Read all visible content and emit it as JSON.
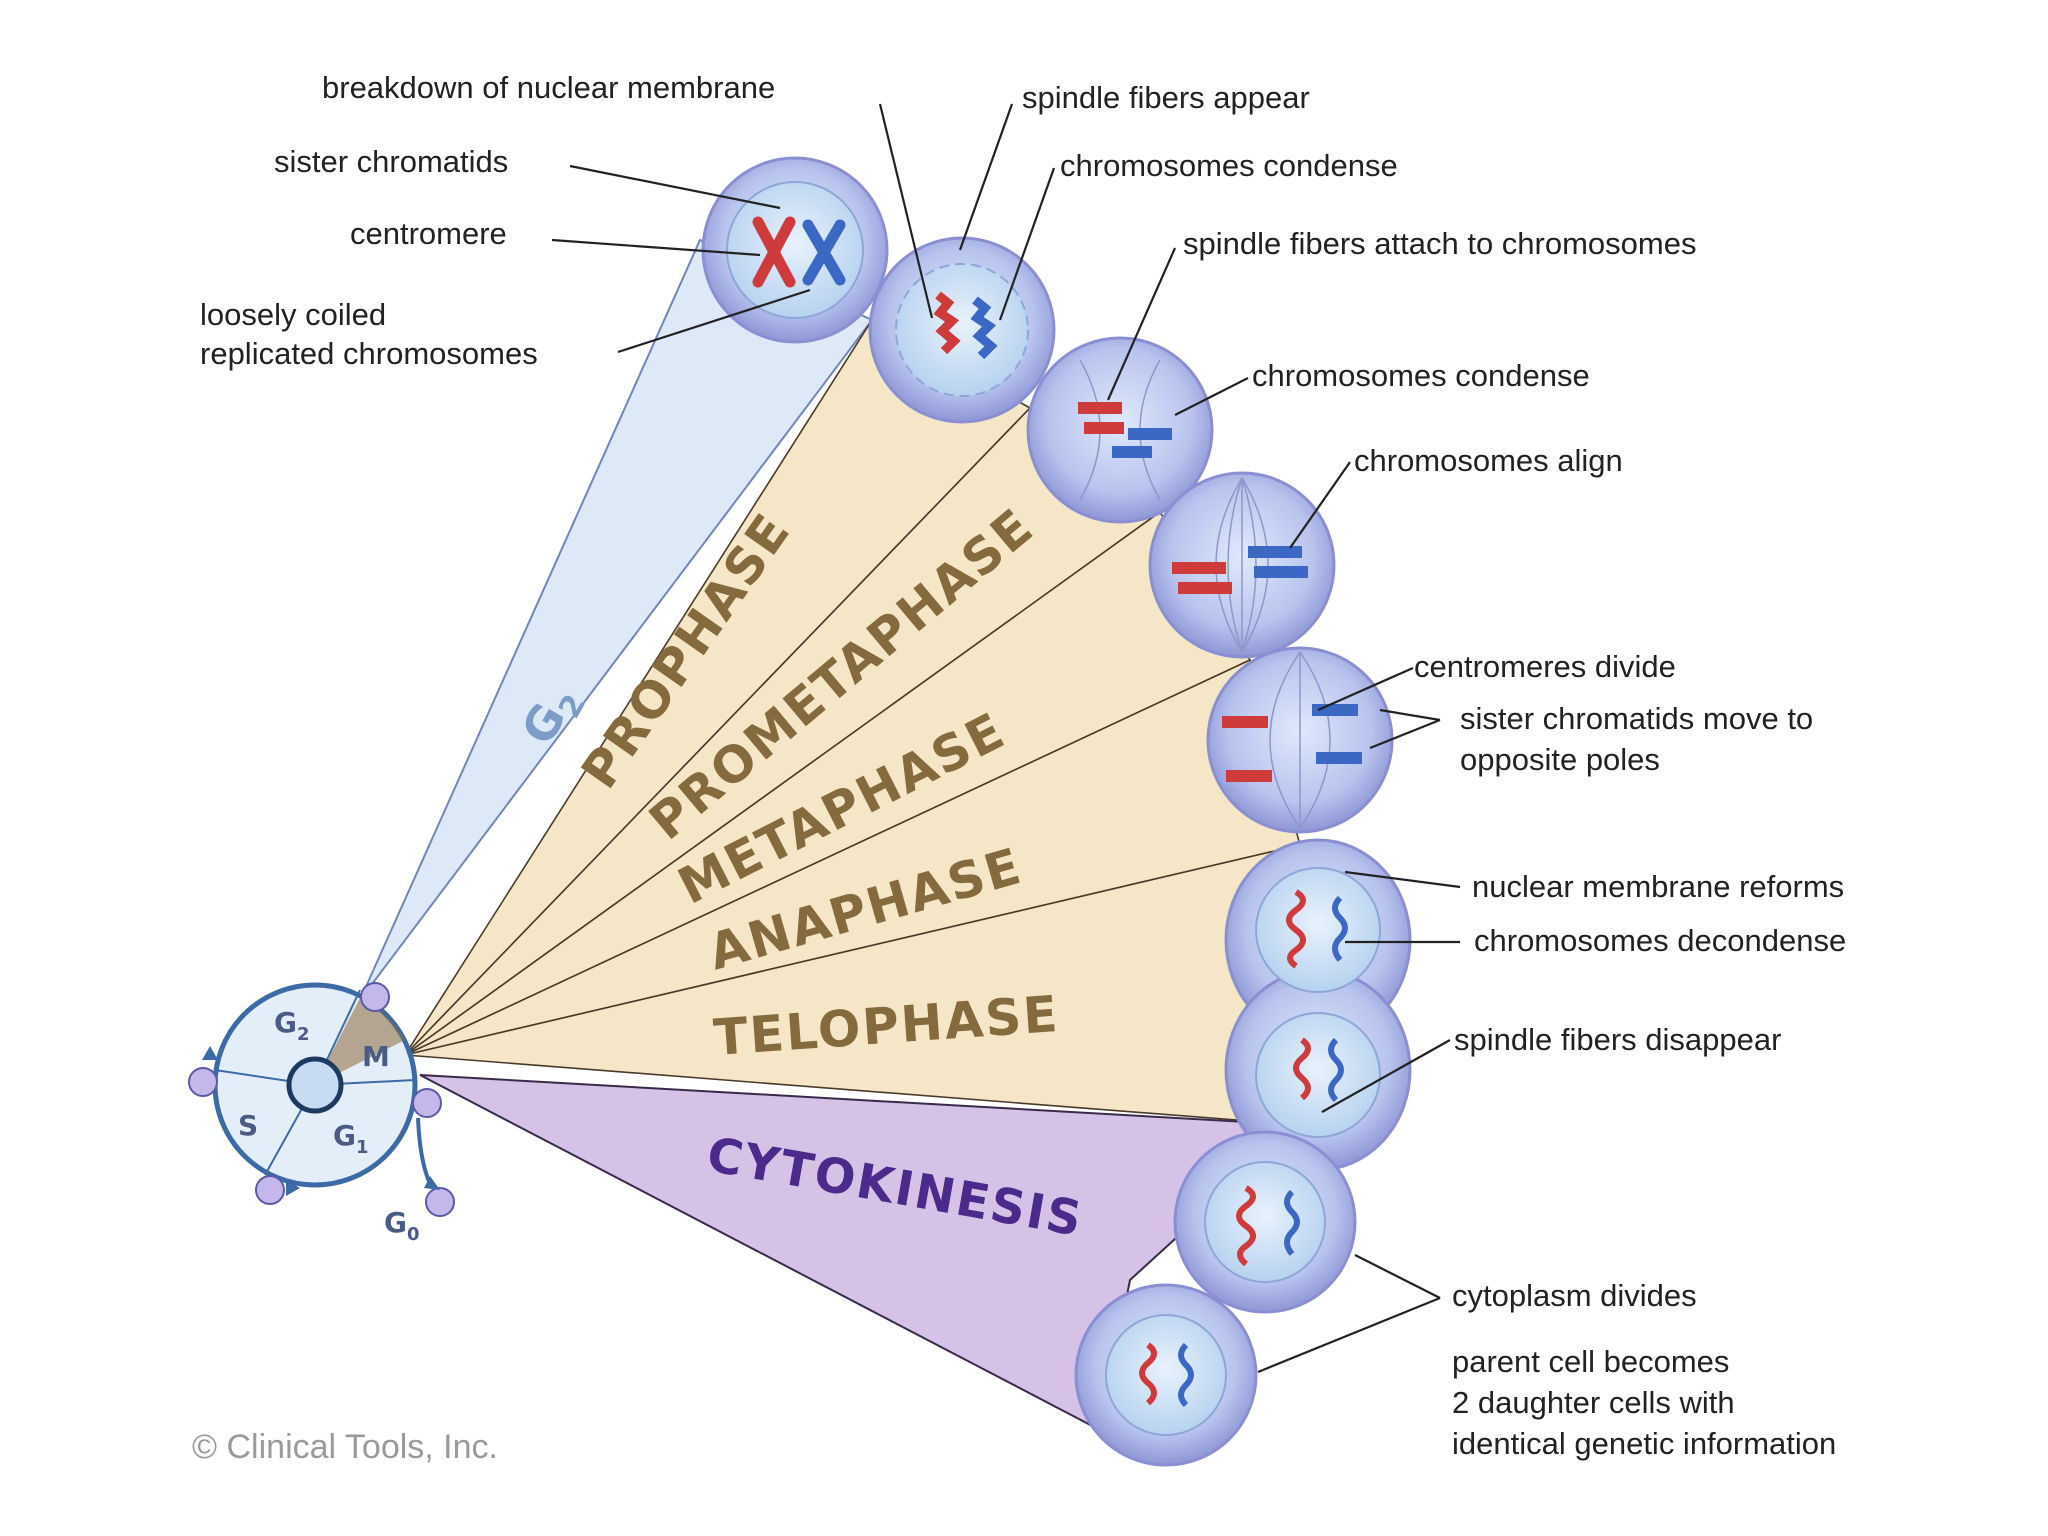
{
  "copyright": "© Clinical Tools, Inc.",
  "cell_cycle": {
    "g2": "G",
    "g2_sub": "2",
    "s": "S",
    "g1": "G",
    "g1_sub": "1",
    "m": "M",
    "g0": "G",
    "g0_sub": "0"
  },
  "phases": {
    "g2": "G",
    "g2_sub": "2",
    "prophase": "PROPHASE",
    "prometaphase": "PROMETAPHASE",
    "metaphase": "METAPHASE",
    "anaphase": "ANAPHASE",
    "telophase": "TELOPHASE",
    "cytokinesis": "CYTOKINESIS"
  },
  "labels": {
    "breakdown": "breakdown of nuclear membrane",
    "sister_chromatids": "sister chromatids",
    "centromere": "centromere",
    "loosely_1": "loosely coiled",
    "loosely_2": "replicated chromosomes",
    "spindle_appear": "spindle fibers appear",
    "chrom_condense_1": "chromosomes condense",
    "spindle_attach": "spindle fibers attach to chromosomes",
    "chrom_condense_2": "chromosomes condense",
    "chrom_align": "chromosomes align",
    "centromeres_divide": "centromeres divide",
    "sister_move_1": "sister chromatids move to",
    "sister_move_2": "opposite poles",
    "membrane_reforms": "nuclear membrane reforms",
    "decondense": "chromosomes decondense",
    "spindle_disappear": "spindle fibers disappear",
    "cytoplasm_divides": "cytoplasm divides",
    "parent_1": "parent cell becomes",
    "parent_2": "2 daughter cells with",
    "parent_3": "identical genetic information"
  },
  "colors": {
    "g2_wedge": "#dde9f7",
    "mitosis_wedge": "#f6e6c8",
    "cytokinesis_wedge": "#d5c2e6",
    "cell_outer": "#a9addf",
    "cell_inner": "#c6dcf2",
    "chromosome_red": "#cf3a3a",
    "chromosome_blue": "#3b68c4"
  }
}
